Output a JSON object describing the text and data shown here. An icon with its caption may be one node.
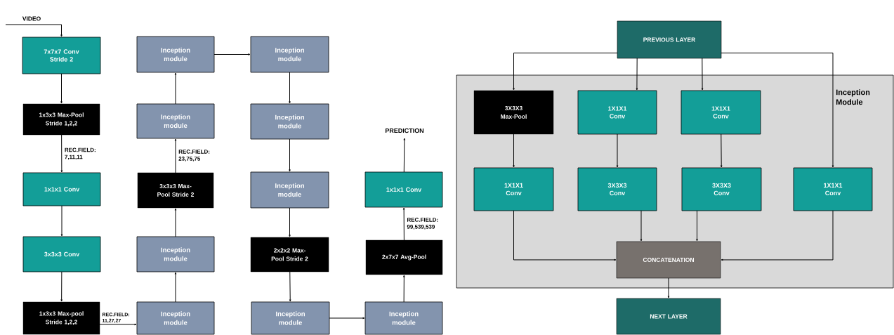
{
  "diagram": {
    "nodes": [
      {
        "text": [
          "7x7x7 Conv Stride 2"
        ]
      },
      {
        "text": [
          "1x3x3 Max-Pool Stride 1,2,2"
        ]
      },
      {
        "text": [
          "1x1x1 Conv"
        ]
      },
      {
        "text": [
          "3x3x3 Conv"
        ]
      },
      {
        "text": [
          "1x3x3 Max-pool Stride 1,2,2"
        ]
      },
      {
        "text": [
          "Inception module"
        ]
      },
      {
        "text": [
          "Inception module"
        ]
      },
      {
        "text": [
          "3x3x3 Max-Pool Stride 2"
        ]
      },
      {
        "text": [
          "Inception module"
        ]
      },
      {
        "text": [
          "Inception module"
        ]
      },
      {
        "text": [
          "Inception module"
        ]
      },
      {
        "text": [
          "Inception module"
        ]
      },
      {
        "text": [
          "Inception module"
        ]
      },
      {
        "text": [
          "2x2x2 Max-Pool Stride 2"
        ]
      },
      {
        "text": [
          "Inception module"
        ]
      },
      {
        "text": [
          "Inception module"
        ]
      },
      {
        "text": [
          "2x7x7 Avg-Pool"
        ]
      },
      {
        "text": [
          "1x1x1 Conv"
        ]
      },
      {
        "text": [
          "PREDICTION"
        ]
      },
      {
        "text": [
          "PREVIOUS LAYER"
        ]
      },
      {
        "text": [
          "Inception Module"
        ]
      },
      {
        "text": [
          "3X3X3 Max-Pool"
        ],
        "in": 20
      },
      {
        "text": [
          "1X1X1 Conv"
        ],
        "in": 20
      },
      {
        "text": [
          "1X1X1 Conv"
        ],
        "in": 20
      },
      {
        "text": [
          "1X1X1 Conv"
        ],
        "in": 20
      },
      {
        "text": [
          "3X3X3 Conv"
        ],
        "in": 20
      },
      {
        "text": [
          "3X3X3 Conv"
        ],
        "in": 20
      },
      {
        "text": [
          "1X1X1 Conv"
        ],
        "in": 20
      },
      {
        "text": [
          "CONCATENATION"
        ],
        "in": 20
      },
      {
        "text": [
          "NEXT LAYER"
        ]
      }
    ],
    "edges": [
      {
        "from": null,
        "to": 0,
        "arrow": "to",
        "label": "VIDEO"
      },
      {
        "from": 0,
        "to": 1,
        "arrow": "to"
      },
      {
        "from": 1,
        "to": 2,
        "arrow": "to",
        "label": "REC.FIELD: 7,11,11"
      },
      {
        "from": 2,
        "to": 3,
        "arrow": "to"
      },
      {
        "from": 3,
        "to": 4,
        "arrow": "to"
      },
      {
        "from": 4,
        "to": 5,
        "arrow": "to",
        "label": "REC.FIELD: 11,27,27"
      },
      {
        "from": 5,
        "to": 6,
        "arrow": "to"
      },
      {
        "from": 6,
        "to": 7,
        "arrow": "to"
      },
      {
        "from": 7,
        "to": 8,
        "arrow": "to",
        "label": "REC.FIELD: 23,75,75"
      },
      {
        "from": 8,
        "to": 9,
        "arrow": "to"
      },
      {
        "from": 9,
        "to": 10,
        "arrow": "to"
      },
      {
        "from": 10,
        "to": 11,
        "arrow": "to"
      },
      {
        "from": 11,
        "to": 12,
        "arrow": "to"
      },
      {
        "from": 12,
        "to": 13,
        "arrow": "to"
      },
      {
        "from": 13,
        "to": 14,
        "arrow": "to"
      },
      {
        "from": 14,
        "to": 15,
        "arrow": "to"
      },
      {
        "from": 15,
        "to": 16,
        "arrow": "to"
      },
      {
        "from": 16,
        "to": 17,
        "arrow": "to",
        "label": "REC.FIELD: 99,539,539"
      },
      {
        "from": 17,
        "to": 18,
        "arrow": "to"
      },
      {
        "from": 19,
        "to": 21,
        "arrow": "to"
      },
      {
        "from": 19,
        "to": 22,
        "arrow": "to"
      },
      {
        "from": 19,
        "to": 23,
        "arrow": "to"
      },
      {
        "from": 19,
        "to": 27,
        "arrow": "to"
      },
      {
        "from": 21,
        "to": 24,
        "arrow": "to"
      },
      {
        "from": 22,
        "to": 25,
        "arrow": "to"
      },
      {
        "from": 23,
        "to": 26,
        "arrow": "to"
      },
      {
        "from": 24,
        "to": 28,
        "arrow": "to"
      },
      {
        "from": 25,
        "to": 28,
        "arrow": "to"
      },
      {
        "from": 26,
        "to": 28,
        "arrow": "to"
      },
      {
        "from": 27,
        "to": 28,
        "arrow": "to"
      },
      {
        "from": 28,
        "to": 29,
        "arrow": "to"
      }
    ]
  }
}
